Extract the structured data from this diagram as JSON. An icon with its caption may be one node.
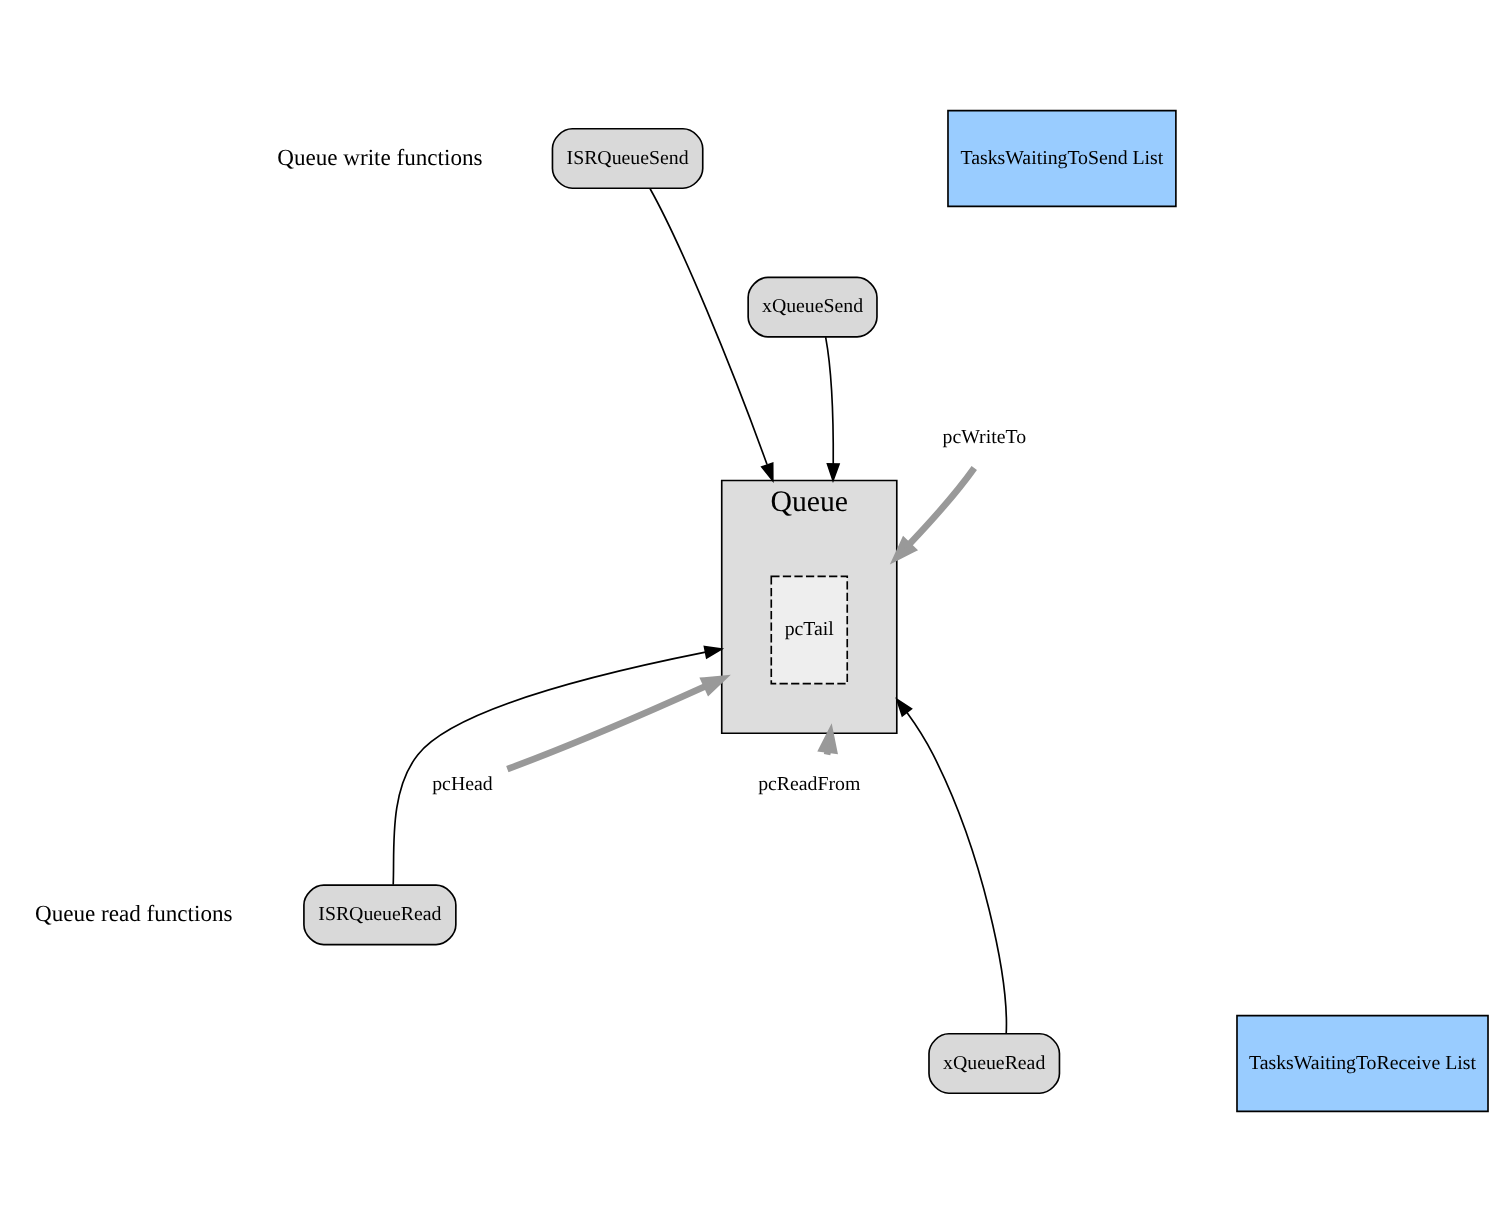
{
  "diagram": {
    "nodes": [
      {
        "text": [
          "ISRQueueSend"
        ]
      },
      {
        "text": [
          "xQueueSend"
        ]
      },
      {
        "text": [
          "Queue"
        ]
      },
      {
        "text": [
          "pcTail"
        ],
        "in": 2
      },
      {
        "text": [
          "ISRQueueRead"
        ]
      },
      {
        "text": [
          "xQueueRead"
        ]
      },
      {
        "text": [
          "pcWriteTo"
        ]
      },
      {
        "text": [
          "pcHead"
        ]
      },
      {
        "text": [
          "pcReadFrom"
        ]
      },
      {
        "text": [
          "TasksWaitingToSend List"
        ]
      },
      {
        "text": [
          "TasksWaitingToReceive List"
        ]
      }
    ],
    "edges": [
      {
        "from": 0,
        "to": 2,
        "arrow": "to"
      },
      {
        "from": 1,
        "to": 2,
        "arrow": "to"
      },
      {
        "from": 6,
        "to": 2,
        "arrow": "to",
        "style": "thick",
        "color": "#999999"
      },
      {
        "from": 7,
        "to": 2,
        "arrow": "to",
        "style": "thick",
        "color": "#999999"
      },
      {
        "from": 8,
        "to": 2,
        "arrow": "to",
        "style": "thick",
        "color": "#999999"
      },
      {
        "from": 4,
        "to": 2,
        "arrow": "to"
      },
      {
        "from": 5,
        "to": 2,
        "arrow": "to"
      }
    ],
    "labels": [
      "Queue write functions",
      "Queue read functions"
    ]
  }
}
